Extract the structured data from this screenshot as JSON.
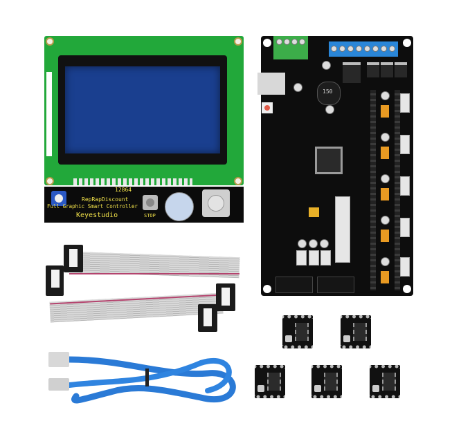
{
  "scene": {
    "description": "3D printer electronics kit product photo on white background",
    "background_color": "#ffffff"
  },
  "lcd_module": {
    "model_label": "12864",
    "title_line1": "RepRapDiscount",
    "title_line2": "Full Graphic Smart Controller",
    "brand": "Keyestudio",
    "stop_label": "STOP",
    "pcb_color": "#22a83a",
    "screen_color": "#1a3f8f"
  },
  "mainboard": {
    "pcb_color": "#0d0d0d",
    "inductor_label": "150",
    "terminal_green_color": "#3cad49",
    "terminal_blue_color": "#2a86d8"
  },
  "cables": {
    "ribbon_count": 2,
    "usb_cable_color": "#2a7ad6"
  },
  "stepper_drivers": {
    "count": 5
  }
}
